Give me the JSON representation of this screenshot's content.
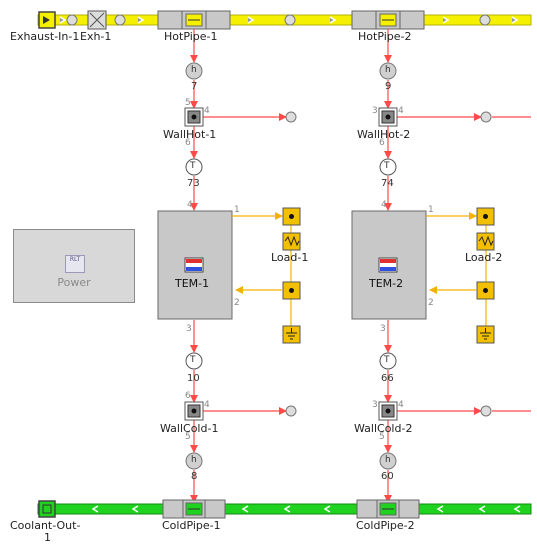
{
  "blocks": {
    "exhaust_in": "Exhaust-In-1",
    "exh": "Exh-1",
    "hotpipe_1": "HotPipe-1",
    "hotpipe_2": "HotPipe-2",
    "wallhot_1": "WallHot-1",
    "wallhot_2": "WallHot-2",
    "tem_1": "TEM-1",
    "tem_2": "TEM-2",
    "load_1": "Load-1",
    "load_2": "Load-2",
    "power": "Power",
    "power_icon_text": "RLT",
    "wallcold_1": "WallCold-1",
    "wallcold_2": "WallCold-2",
    "coolant_out_line1": "Coolant-Out-",
    "coolant_out_line2": "1",
    "coldpipe_1": "ColdPipe-1",
    "coldpipe_2": "ColdPipe-2"
  },
  "sensor_glyphs": {
    "h": "h",
    "t": "T"
  },
  "node_numbers": {
    "h_hot_1": "7",
    "h_hot_2": "9",
    "t_hot_1": "73",
    "t_hot_2": "74",
    "t_cold_1": "10",
    "t_cold_2": "66",
    "h_cold_1": "8",
    "h_cold_2": "60"
  },
  "port_numbers": {
    "p1": "1",
    "p2": "2",
    "p3": "3",
    "p4": "4",
    "p5": "5",
    "p6": "6"
  },
  "colors": {
    "hot_rail": "#f4f000",
    "cold_rail": "#1fd21f",
    "connection": "#ff4a4a",
    "signal": "#f2b300",
    "block_fill": "#c8c8c8",
    "block_border": "#6a6a6a",
    "terminal_fill": "#f2c000"
  }
}
